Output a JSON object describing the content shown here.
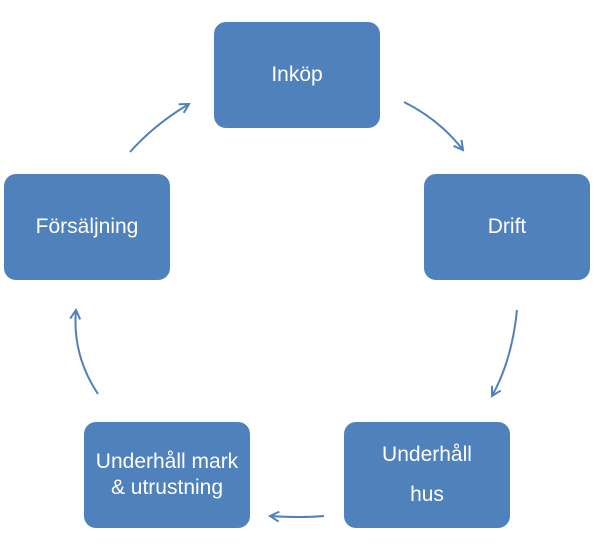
{
  "colors": {
    "box_fill": "#4f81bd",
    "arrow": "#4f81bd",
    "text": "#ffffff"
  },
  "nodes": [
    {
      "id": "inkop",
      "label": "Inköp"
    },
    {
      "id": "drift",
      "label": "Drift"
    },
    {
      "id": "hus",
      "label_lines": [
        "Underhåll",
        "hus"
      ]
    },
    {
      "id": "mark",
      "label": "Underhåll mark & utrustning"
    },
    {
      "id": "fors",
      "label": "Försäljning"
    }
  ]
}
